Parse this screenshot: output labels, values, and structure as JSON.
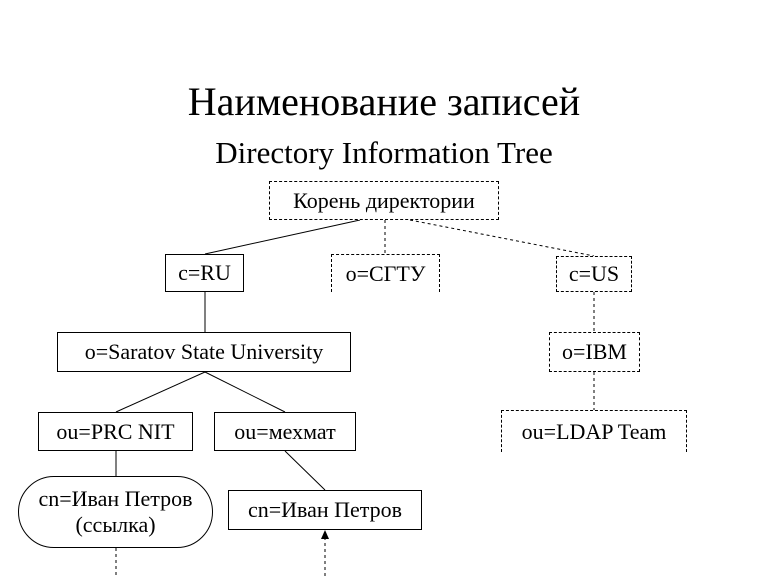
{
  "title": "Наименование записей",
  "subtitle": "Directory Information Tree",
  "nodes": {
    "root": "Корень директории",
    "c_ru": "c=RU",
    "o_sgtu": "o=СГТУ",
    "c_us": "c=US",
    "o_saratov": "o=Saratov State University",
    "o_ibm": "o=IBM",
    "ou_prc": "ou=PRC NIT",
    "ou_mehmat": "ou=мехмат",
    "ou_ldap": "ou=LDAP Team",
    "cn_alias_line1": "cn=Иван Петров",
    "cn_alias_line2": "(ссылка)",
    "cn_ivan": "cn=Иван Петров"
  }
}
